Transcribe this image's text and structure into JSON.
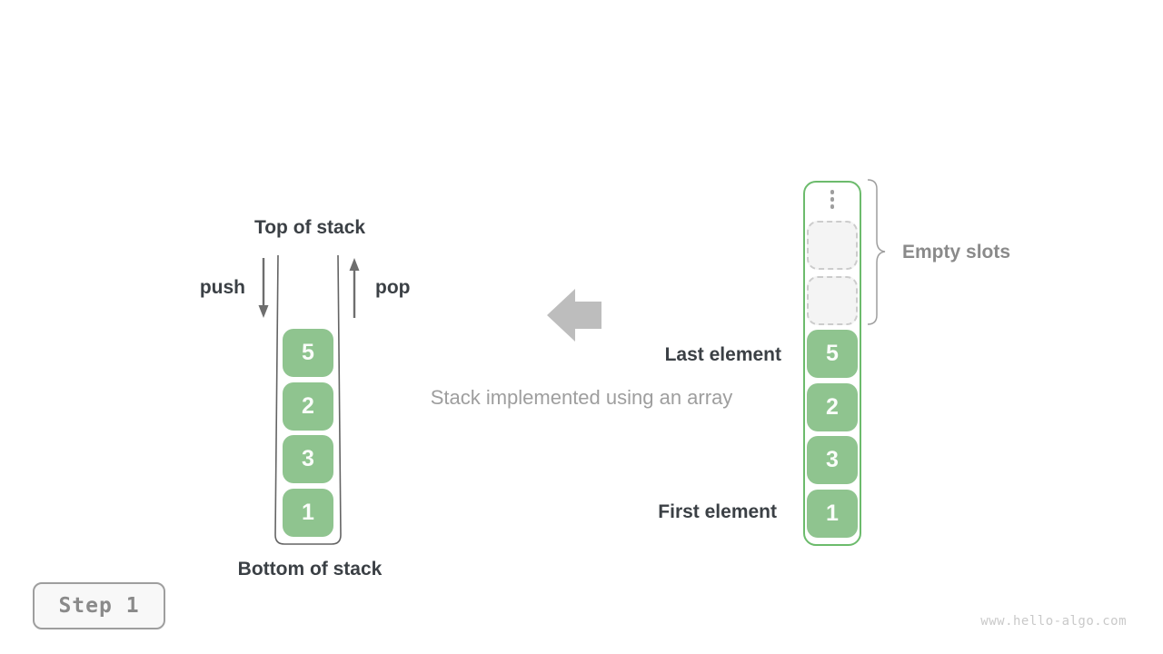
{
  "diagram": {
    "left_stack": {
      "top_label": "Top of stack",
      "bottom_label": "Bottom of stack",
      "push_label": "push",
      "pop_label": "pop",
      "values_top_to_bottom": [
        "5",
        "2",
        "3",
        "1"
      ]
    },
    "center": {
      "caption": "Stack implemented using an array",
      "arrow_direction": "left"
    },
    "right_array": {
      "ellipsis_dot_count": 3,
      "empty_slot_count": 2,
      "empty_slots_label": "Empty slots",
      "last_element_label": "Last element",
      "first_element_label": "First element",
      "values_top_to_bottom": [
        "5",
        "2",
        "3",
        "1"
      ]
    },
    "footer": {
      "step_label": "Step 1",
      "watermark": "www.hello-algo.com"
    },
    "colors": {
      "cell_green": "#8FC48F",
      "array_border_green": "#6CBB6C",
      "empty_slot_fill": "#F4F4F4",
      "empty_slot_border": "#CCCCCC",
      "dark_text": "#3B4045",
      "muted_text": "#9E9E9E",
      "muted_label_text": "#8A8A8A",
      "wall_gray": "#646464",
      "push_pop_arrow_gray": "#6E6E6E",
      "block_arrow_gray": "#BDBDBD",
      "step_bg": "#F8F8F8",
      "step_border": "#9E9E9E",
      "step_text": "#8A8A8A",
      "watermark_text": "#C9C9C9"
    }
  }
}
